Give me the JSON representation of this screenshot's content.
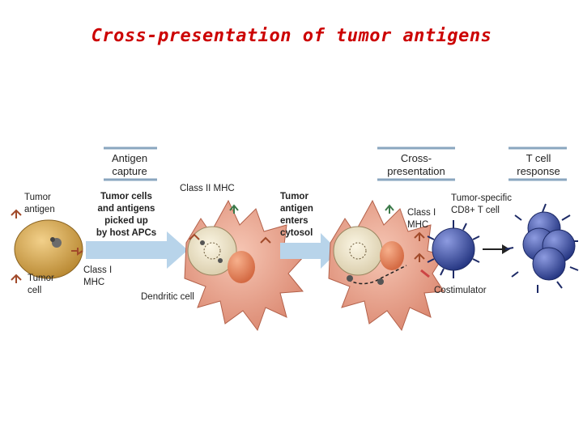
{
  "title": "Cross-presentation of tumor antigens",
  "headers": {
    "capture_line1": "Antigen",
    "capture_line2": "capture",
    "cross_line1": "Cross-",
    "cross_line2": "presentation",
    "response_line1": "T cell",
    "response_line2": "response"
  },
  "labels": {
    "tumor_antigen_1": "Tumor",
    "tumor_antigen_2": "antigen",
    "tumor_cell_1": "Tumor",
    "tumor_cell_2": "cell",
    "class1_left_1": "Class I",
    "class1_left_2": "MHC",
    "pickup_1": "Tumor cells",
    "pickup_2": "and antigens",
    "pickup_3": "picked up",
    "pickup_4": "by host APCs",
    "class2": "Class II MHC",
    "dendritic": "Dendritic cell",
    "enters_1": "Tumor",
    "enters_2": "antigen",
    "enters_3": "enters",
    "enters_4": "cytosol",
    "class1_right_1": "Class I",
    "class1_right_2": "MHC",
    "specific_1": "Tumor-specific",
    "specific_2": "CD8+ T cell",
    "costim": "Costimulator"
  },
  "colors": {
    "title": "#cc0000",
    "tumor_cell": "#d7a74a",
    "dendritic": "#e9a58f",
    "nucleus": "#efe6c8",
    "t_cell": "#3b4fa8",
    "arrow": "#6ba7d6"
  }
}
